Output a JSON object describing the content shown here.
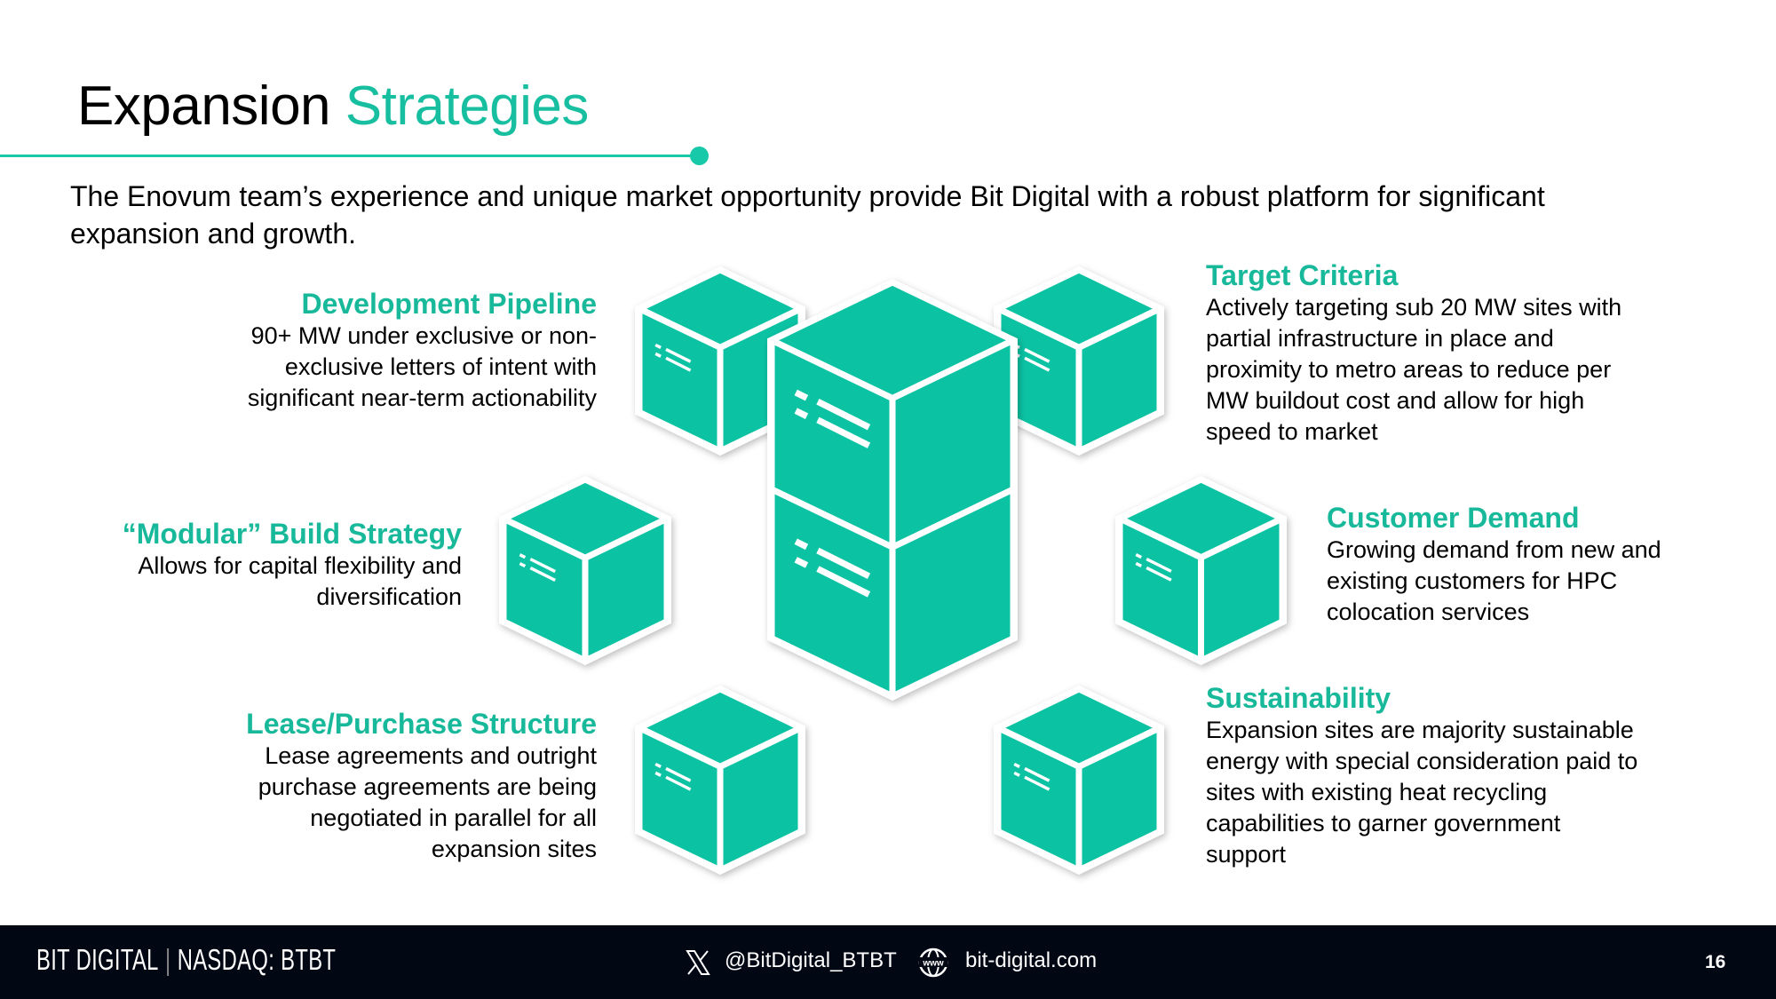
{
  "title": {
    "part1": "Expansion ",
    "part2": "Strategies"
  },
  "subtitle": "The Enovum team’s experience and unique market opportunity provide Bit Digital with a robust platform for significant expansion and growth.",
  "colors": {
    "accent": "#17b99a",
    "cube": "#0bc3a3",
    "footer_bg": "#020714"
  },
  "strategies": {
    "development": {
      "heading": "Development Pipeline",
      "lines": [
        "90+ MW under exclusive or non-",
        "exclusive letters of intent with",
        "significant near-term actionability"
      ]
    },
    "modular": {
      "heading": "“Modular” Build Strategy",
      "lines": [
        "Allows for capital flexibility and",
        "diversification"
      ]
    },
    "lease": {
      "heading": "Lease/Purchase Structure",
      "lines": [
        "Lease agreements and outright",
        "purchase agreements are being",
        "negotiated in parallel for all",
        "expansion sites"
      ]
    },
    "target": {
      "heading": "Target Criteria",
      "lines": [
        "Actively targeting sub 20 MW sites with",
        "partial infrastructure in place and",
        "proximity to metro areas to reduce per",
        "MW buildout cost and allow for high",
        "speed to market"
      ]
    },
    "customer": {
      "heading": "Customer Demand",
      "lines": [
        "Growing demand from new and",
        "existing customers for HPC",
        "colocation services"
      ]
    },
    "sustainability": {
      "heading": "Sustainability",
      "lines": [
        "Expansion sites are majority sustainable",
        "energy with special consideration paid to",
        "sites with existing heat recycling",
        "capabilities to garner government",
        "support"
      ]
    }
  },
  "footer": {
    "brand": "BIT DIGITAL",
    "separator": "|",
    "ticker": "NASDAQ: BTBT",
    "x_handle": "@BitDigital_BTBT",
    "website": "bit-digital.com",
    "www_label": "www",
    "page_number": "16",
    "icons": [
      "x-logo-icon",
      "globe-icon"
    ]
  }
}
